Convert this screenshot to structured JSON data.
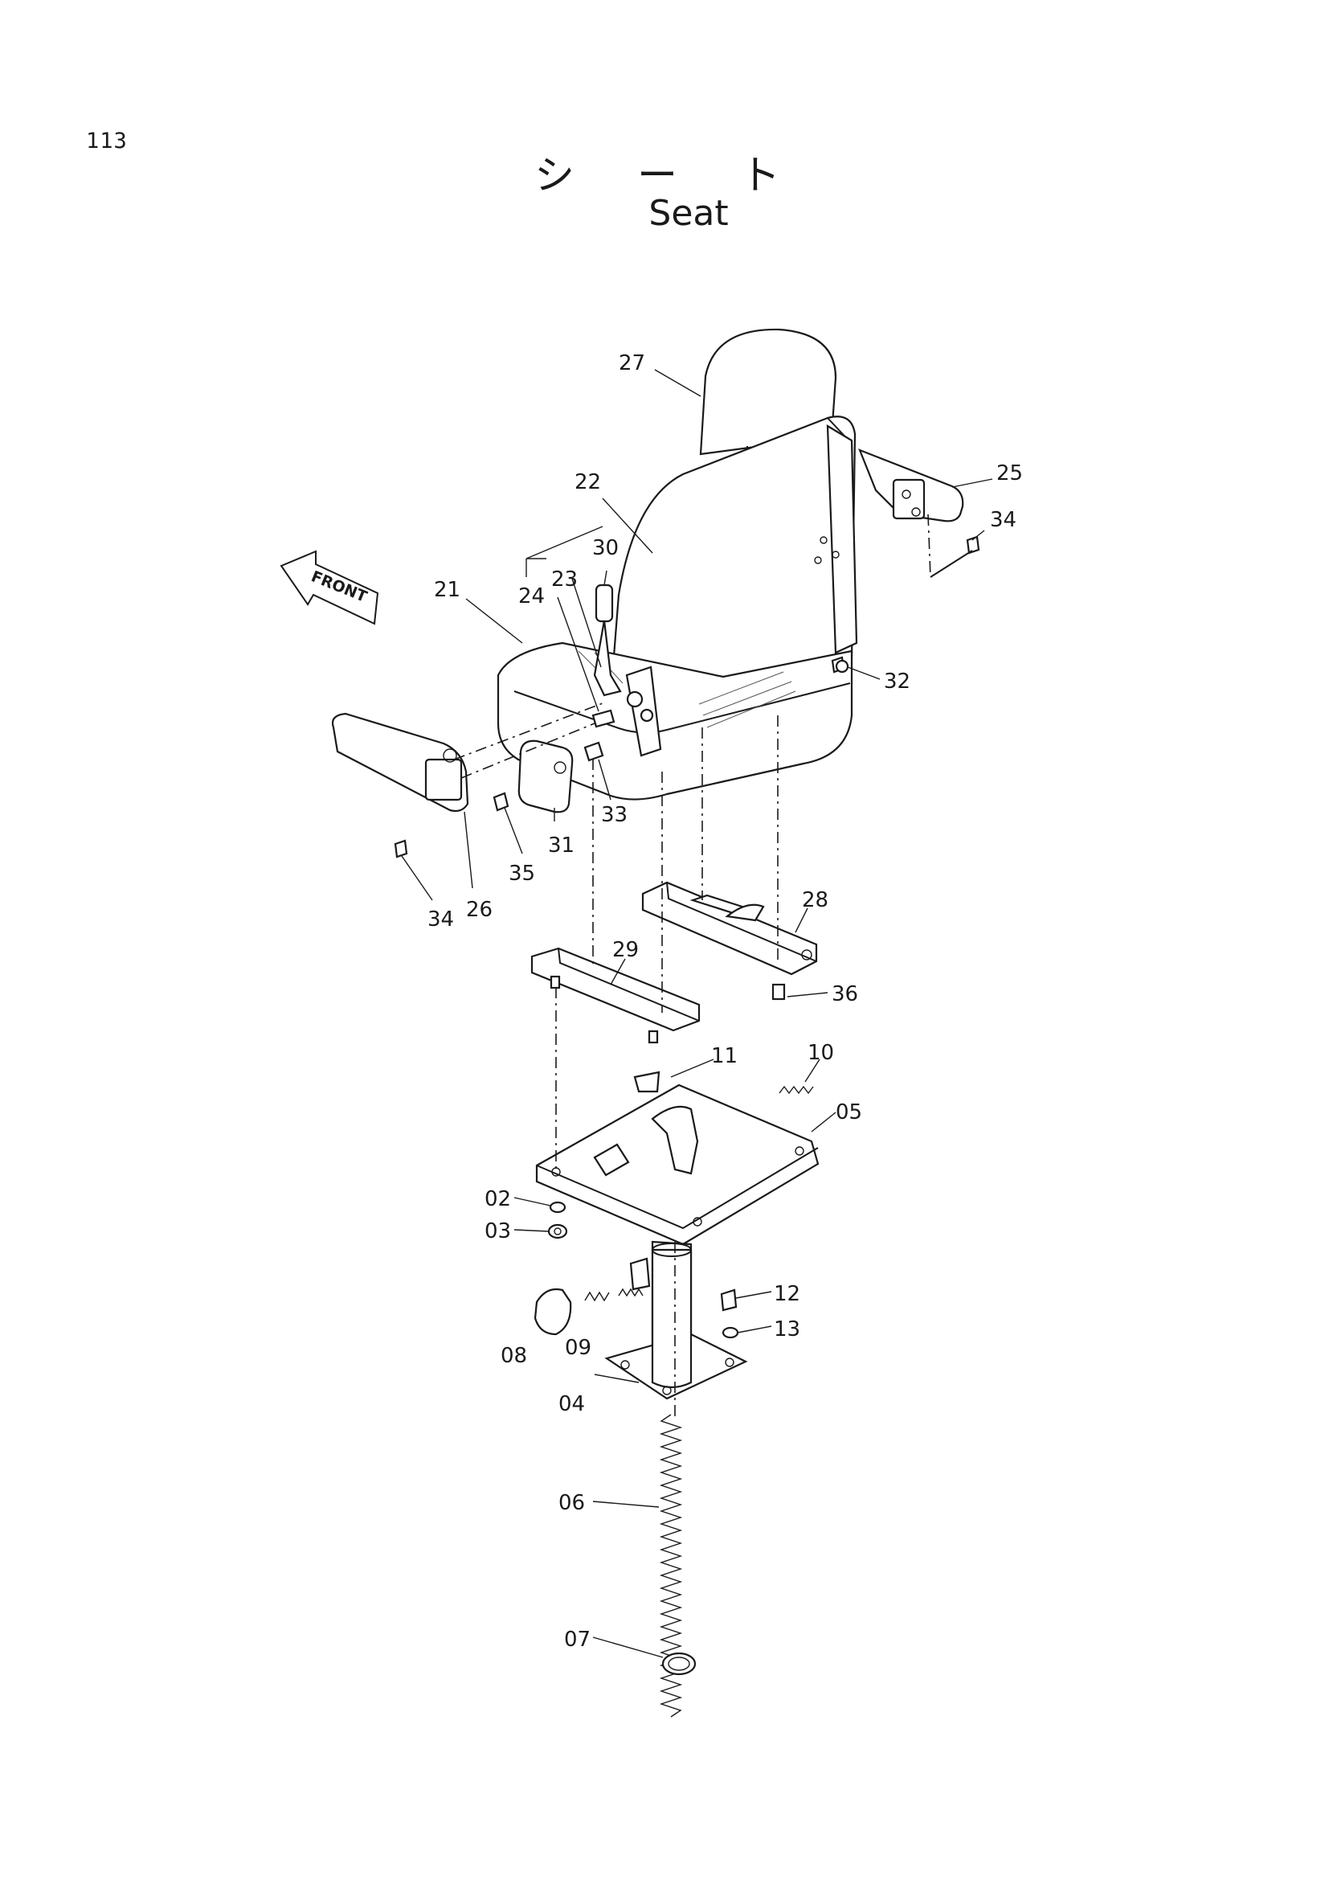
{
  "page_number": "113",
  "title_jp": "シート",
  "title_en": "Seat",
  "front_arrow_label": "FRONT",
  "callouts": [
    {
      "id": "27",
      "part": "headrest"
    },
    {
      "id": "22",
      "part": "backrest"
    },
    {
      "id": "25",
      "part": "right-armrest"
    },
    {
      "id": "34",
      "part": "screw-right"
    },
    {
      "id": "30",
      "part": "recline-lever-knob"
    },
    {
      "id": "23",
      "part": "recline-lever"
    },
    {
      "id": "24",
      "part": "hinge-bolt"
    },
    {
      "id": "21",
      "part": "seat-cushion"
    },
    {
      "id": "32",
      "part": "washer-right"
    },
    {
      "id": "33",
      "part": "bolt-front"
    },
    {
      "id": "31",
      "part": "cover-plate"
    },
    {
      "id": "35",
      "part": "cover-screw"
    },
    {
      "id": "26",
      "part": "left-armrest"
    },
    {
      "id": "34",
      "part": "screw-left"
    },
    {
      "id": "28",
      "part": "slide-rail-right"
    },
    {
      "id": "29",
      "part": "slide-rail-left"
    },
    {
      "id": "36",
      "part": "rail-bolt"
    },
    {
      "id": "11",
      "part": "lever-knob"
    },
    {
      "id": "10",
      "part": "return-spring"
    },
    {
      "id": "05",
      "part": "base-plate"
    },
    {
      "id": "02",
      "part": "washer"
    },
    {
      "id": "03",
      "part": "nut"
    },
    {
      "id": "12",
      "part": "base-bolt"
    },
    {
      "id": "08",
      "part": "height-knob"
    },
    {
      "id": "09",
      "part": "knob-spring"
    },
    {
      "id": "13",
      "part": "base-washer"
    },
    {
      "id": "04",
      "part": "column-base"
    },
    {
      "id": "06",
      "part": "coil-spring"
    },
    {
      "id": "07",
      "part": "snap-ring"
    }
  ]
}
